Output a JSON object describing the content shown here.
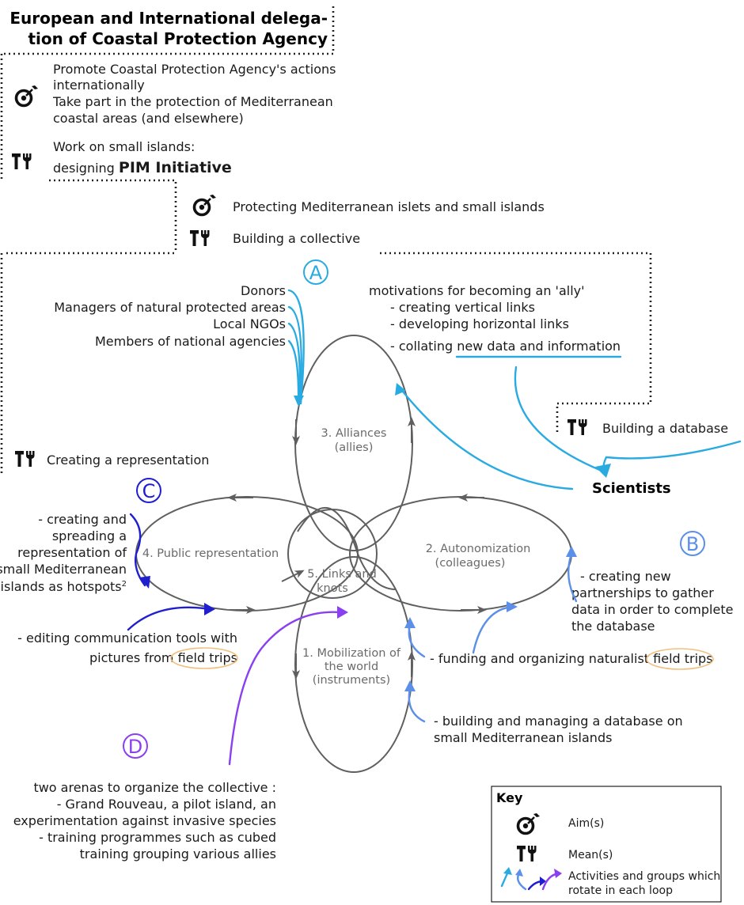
{
  "header": {
    "title_line1": "European and International delega-",
    "title_line2": "tion of Coastal Protection Agency"
  },
  "delegation": {
    "aims": [
      "Promote Coastal Protection Agency's actions",
      "internationally",
      "Take part in the protection of Mediterranean",
      "coastal areas (and elsewhere)"
    ],
    "means_line1": "Work on small islands:",
    "means_prefix": "designing ",
    "means_bold": "PIM Initiative"
  },
  "pim": {
    "aim": "Protecting Mediterranean islets and small islands",
    "mean": "Building a collective"
  },
  "badges": {
    "a": "A",
    "b": "B",
    "c": "C",
    "d": "D"
  },
  "group_a": {
    "actors": [
      "Donors",
      "Managers of natural protected areas",
      "Local NGOs",
      "Members of national agencies"
    ],
    "motivations_title": "motivations for becoming an 'ally'",
    "motivations": [
      "- creating vertical links",
      "- developing horizontal links"
    ],
    "motivation_last_prefix": "- collating ",
    "motivation_last_underlined": "new data and information"
  },
  "scientists": {
    "mean": "Building a database",
    "label": "Scientists"
  },
  "representation_mean": "Creating a representation",
  "loops": {
    "alliances": [
      "3. Alliances",
      "(allies)"
    ],
    "public": "4. Public representation",
    "autonomization": [
      "2. Autonomization",
      "(colleagues)"
    ],
    "links": [
      "5. Links and",
      "knots"
    ],
    "mobilization": [
      "1. Mobilization of",
      "the world",
      "(instruments)"
    ]
  },
  "group_c": {
    "text": [
      "- creating and",
      "spreading a",
      "representation of",
      "small Mediterranean",
      "islands as hotspots"
    ],
    "superscript": "2",
    "editing_line1": "- editing communication tools with",
    "editing_line2_prefix": "pictures from ",
    "editing_line2_circled": "field trips"
  },
  "group_b": {
    "text": [
      "- creating new",
      "partnerships to gather",
      "data in order to complete",
      "the database"
    ],
    "funding_prefix": "- funding and organizing naturalist ",
    "funding_circled": "field trips",
    "building": [
      "- building and managing a database on",
      "small Mediterranean islands"
    ]
  },
  "group_d": {
    "text": [
      "two arenas to organize the collective :",
      "- Grand Rouveau, a pilot island, an",
      "experimentation against invasive species",
      "- training programmes such as cubed",
      "training grouping various allies"
    ]
  },
  "key": {
    "title": "Key",
    "aim": "Aim(s)",
    "mean": "Mean(s)",
    "activities": [
      "Activities and groups which",
      "rotate in each loop"
    ]
  },
  "colors": {
    "group_a": "#29abe2",
    "group_b": "#5b8fe8",
    "group_c": "#1f1fcf",
    "group_d": "#8a3ff0",
    "circle_highlight": "#f0c080",
    "loop_stroke": "#5f5f5f"
  }
}
